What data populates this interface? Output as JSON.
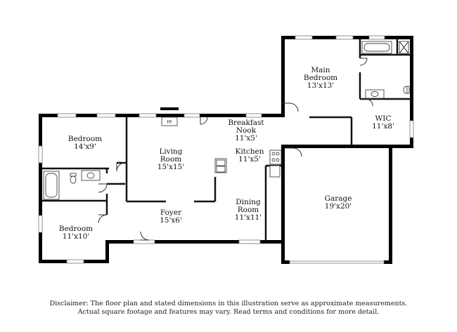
{
  "rooms": {
    "main_bedroom": {
      "name": [
        "Main",
        "Bedroom"
      ],
      "dim": "13'x13'"
    },
    "bedroom_1": {
      "name": [
        "Bedroom"
      ],
      "dim": "14'x9'"
    },
    "bedroom_2": {
      "name": [
        "Bedroom"
      ],
      "dim": "11'x10'"
    },
    "living_room": {
      "name": [
        "Living",
        "Room"
      ],
      "dim": "15'x15'"
    },
    "breakfast_nook": {
      "name": [
        "Breakfast",
        "Nook"
      ],
      "dim": "11'x5'"
    },
    "kitchen": {
      "name": [
        "Kitchen"
      ],
      "dim": "11'x5'"
    },
    "wic": {
      "name": [
        "WIC"
      ],
      "dim": "11'x8'"
    },
    "dining_room": {
      "name": [
        "Dining",
        "Room"
      ],
      "dim": "11'x11'"
    },
    "foyer": {
      "name": [
        "Foyer"
      ],
      "dim": "15'x6'"
    },
    "garage": {
      "name": [
        "Garage"
      ],
      "dim": "19'x20'"
    }
  },
  "fireplace_label": "FP",
  "disclaimer": {
    "line1": "Disclaimer: The floor plan and stated dimensions in this illustration serve as approximate measurements.",
    "line2": "Actual square footage and features may vary. Read terms and conditions for more detail."
  }
}
